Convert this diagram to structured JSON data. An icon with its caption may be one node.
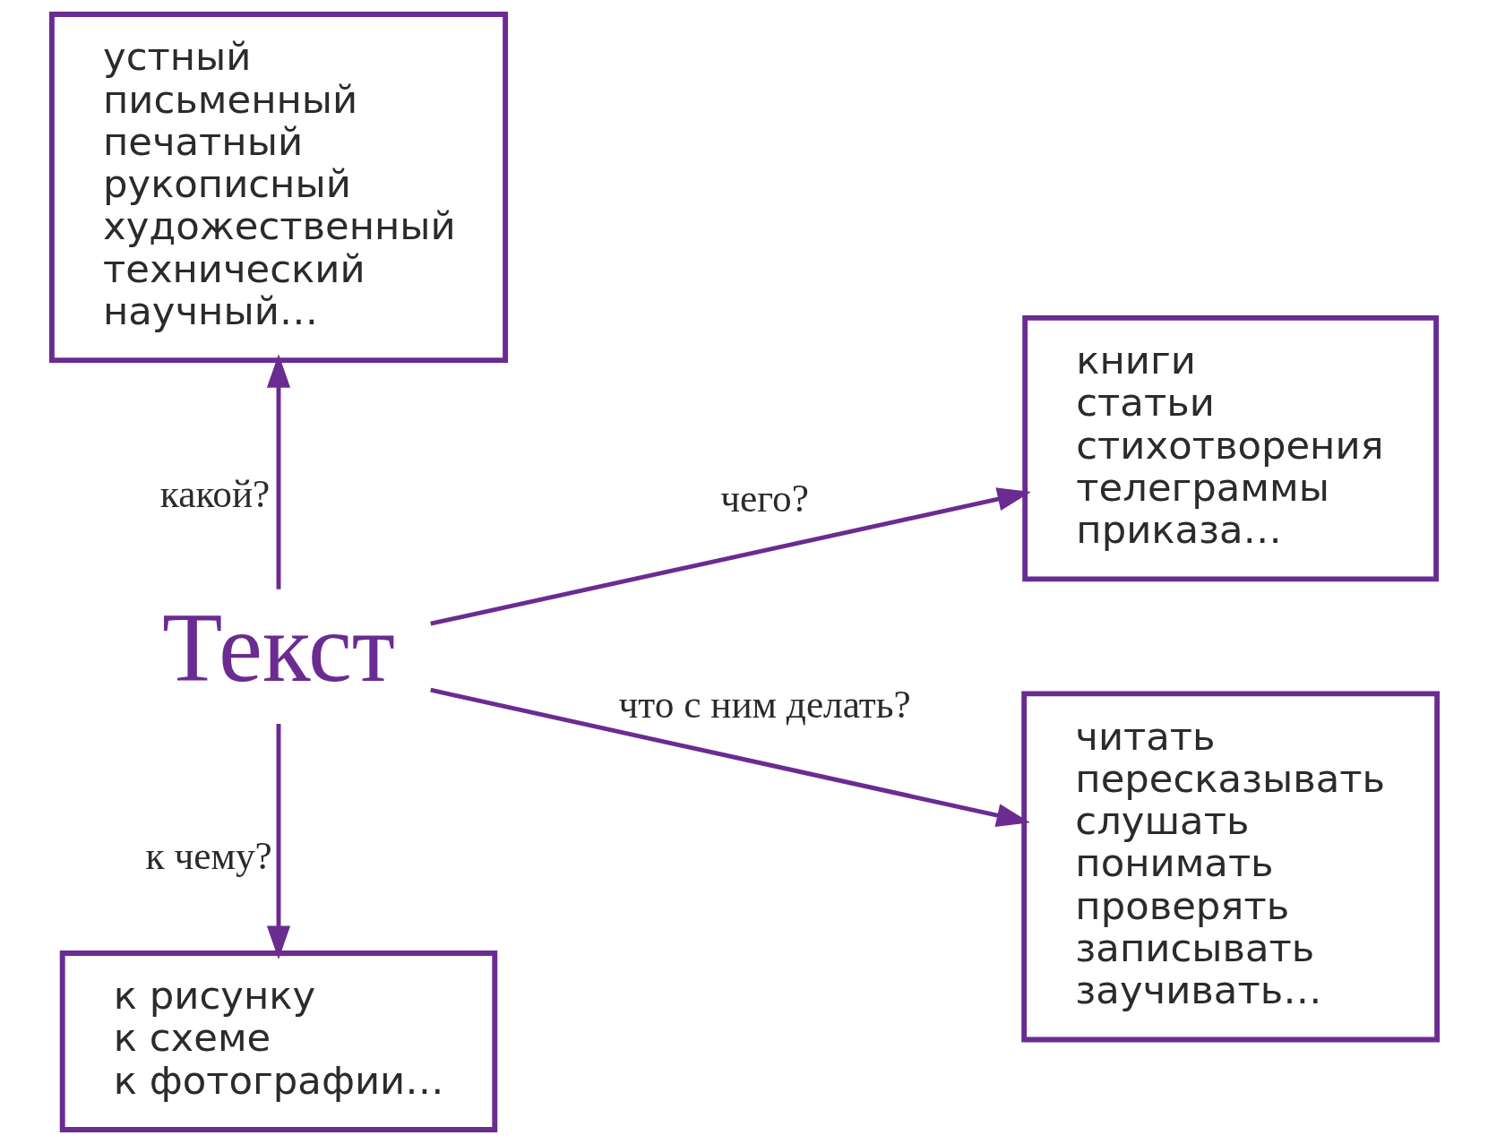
{
  "diagram": {
    "nodes": [
      {
        "text": [
          "устный",
          "письменный",
          "печатный",
          "рукописный",
          "художественный",
          "технический",
          "научный…"
        ]
      },
      {
        "text": [
          "книги",
          "статьи",
          "стихотворения",
          "телеграммы",
          "приказа…"
        ]
      },
      {
        "text": [
          "Текст"
        ]
      },
      {
        "text": [
          "к рисунку",
          "к схеме",
          "к фотографии…"
        ]
      },
      {
        "text": [
          "читать",
          "пересказывать",
          "слушать",
          "понимать",
          "проверять",
          "записывать",
          "заучивать…"
        ]
      }
    ],
    "edges": [
      {
        "from": 2,
        "to": 0,
        "arrow": "to",
        "label": "какой?"
      },
      {
        "from": 2,
        "to": 1,
        "arrow": "to",
        "label": "чего?"
      },
      {
        "from": 2,
        "to": 3,
        "arrow": "to",
        "label": "к чему?"
      },
      {
        "from": 2,
        "to": 4,
        "arrow": "to",
        "label": "что с ним делать?"
      }
    ]
  }
}
